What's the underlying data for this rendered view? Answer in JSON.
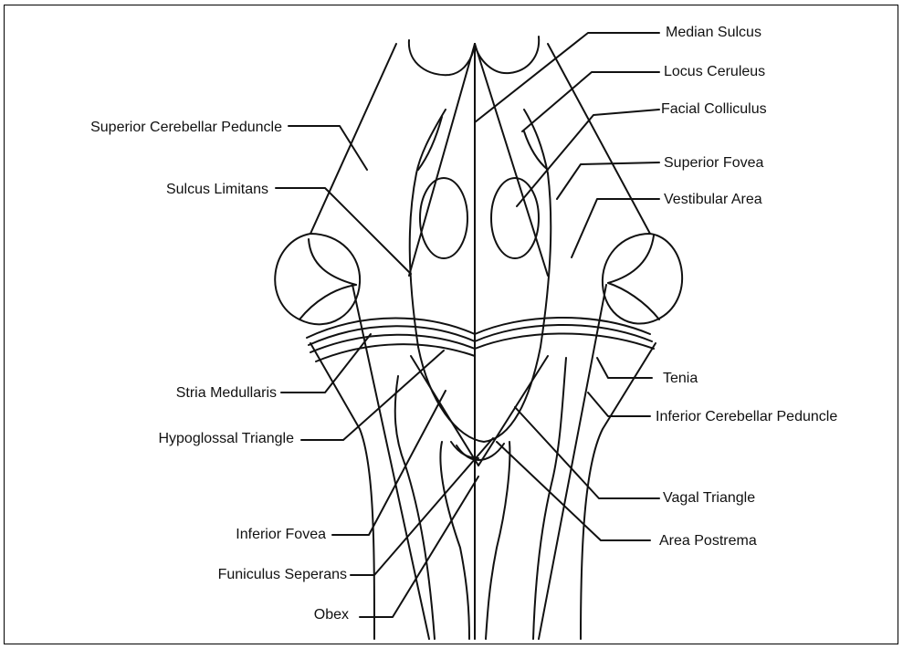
{
  "labels": {
    "left": {
      "superior_cerebellar_peduncle": "Superior Cerebellar Peduncle",
      "sulcus_limitans": "Sulcus Limitans",
      "stria_medullaris": "Stria Medullaris",
      "hypoglossal_triangle": "Hypoglossal Triangle",
      "inferior_fovea": "Inferior Fovea",
      "funiculus_seperans": "Funiculus Seperans",
      "obex": "Obex"
    },
    "right": {
      "median_sulcus": "Median Sulcus",
      "locus_ceruleus": "Locus Ceruleus",
      "facial_colliculus": "Facial Colliculus",
      "superior_fovea": "Superior Fovea",
      "vestibular_area": "Vestibular Area",
      "tenia": "Tenia",
      "inferior_cerebellar_peduncle": "Inferior Cerebellar Peduncle",
      "vagal_triangle": "Vagal Triangle",
      "area_postrema": "Area Postrema"
    }
  }
}
